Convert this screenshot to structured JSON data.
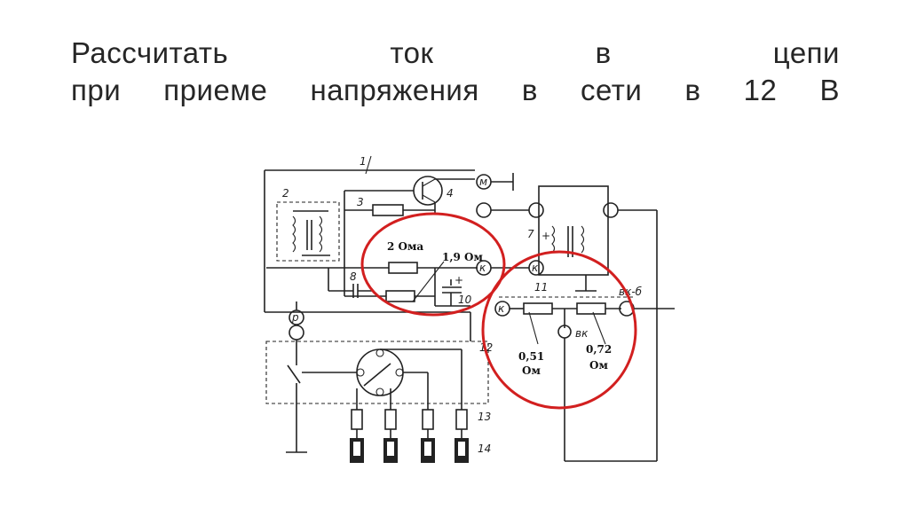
{
  "slide": {
    "title_line1": [
      "Рассчитать",
      "ток",
      "в",
      "цепи"
    ],
    "title_line2": [
      "при",
      "приеме",
      "напряжения",
      "в",
      "сети",
      "в",
      "12",
      "В"
    ]
  },
  "diagram": {
    "labels": {
      "r1": "2 Ома",
      "r2": "1,9 Ом",
      "r3_value": "0,51",
      "r3_unit": "Ом",
      "r4_value": "0,72",
      "r4_unit": "Ом"
    },
    "numbers": {
      "n1": "1",
      "n2": "2",
      "n3": "3",
      "n4": "4",
      "n7": "7",
      "n8": "8",
      "n10": "10",
      "n11": "11",
      "n12": "12",
      "n13": "13",
      "n14": "14",
      "vkb": "вк-б",
      "vk": "вк"
    },
    "terminals": {
      "m": "м",
      "k1": "к",
      "k2": "к",
      "k3": "к",
      "r": "р"
    },
    "highlight_color": "#d21f1f"
  }
}
